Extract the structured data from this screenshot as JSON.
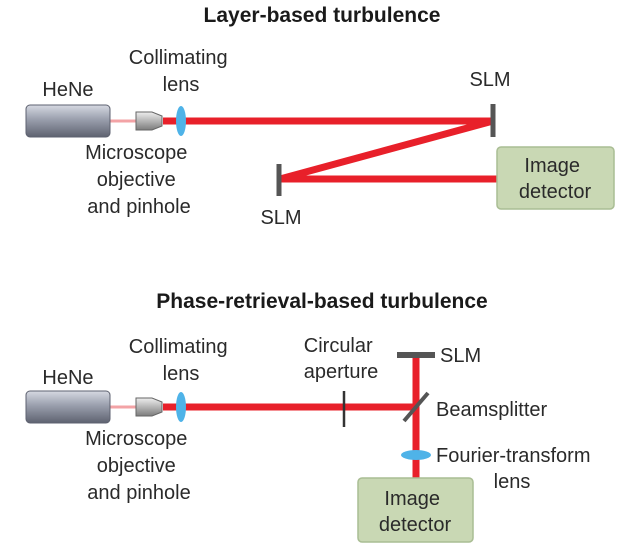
{
  "top": {
    "title": "Layer-based turbulence",
    "source_label": "HeNe",
    "collimating": [
      "Collimating",
      "lens"
    ],
    "objective": [
      "Microscope",
      "objective",
      "and pinhole"
    ],
    "slm_right": "SLM",
    "slm_left": "SLM",
    "detector": [
      "Image",
      "detector"
    ]
  },
  "bottom": {
    "title": "Phase-retrieval-based turbulence",
    "source_label": "HeNe",
    "collimating": [
      "Collimating",
      "lens"
    ],
    "objective": [
      "Microscope",
      "objective",
      "and pinhole"
    ],
    "aperture": [
      "Circular",
      "aperture"
    ],
    "slm": "SLM",
    "beamsplitter": "Beamsplitter",
    "fourier_lens": [
      "Fourier-transform",
      "lens"
    ],
    "detector": [
      "Image",
      "detector"
    ]
  },
  "colors": {
    "beam": "#e8202a",
    "beam_faint": "#f3a3a6",
    "lens": "#4fb3e8",
    "detector_fill": "#c9d8b4",
    "detector_stroke": "#a9bd93",
    "laser_body": "#8a8e9c",
    "optic_dark": "#555555"
  }
}
